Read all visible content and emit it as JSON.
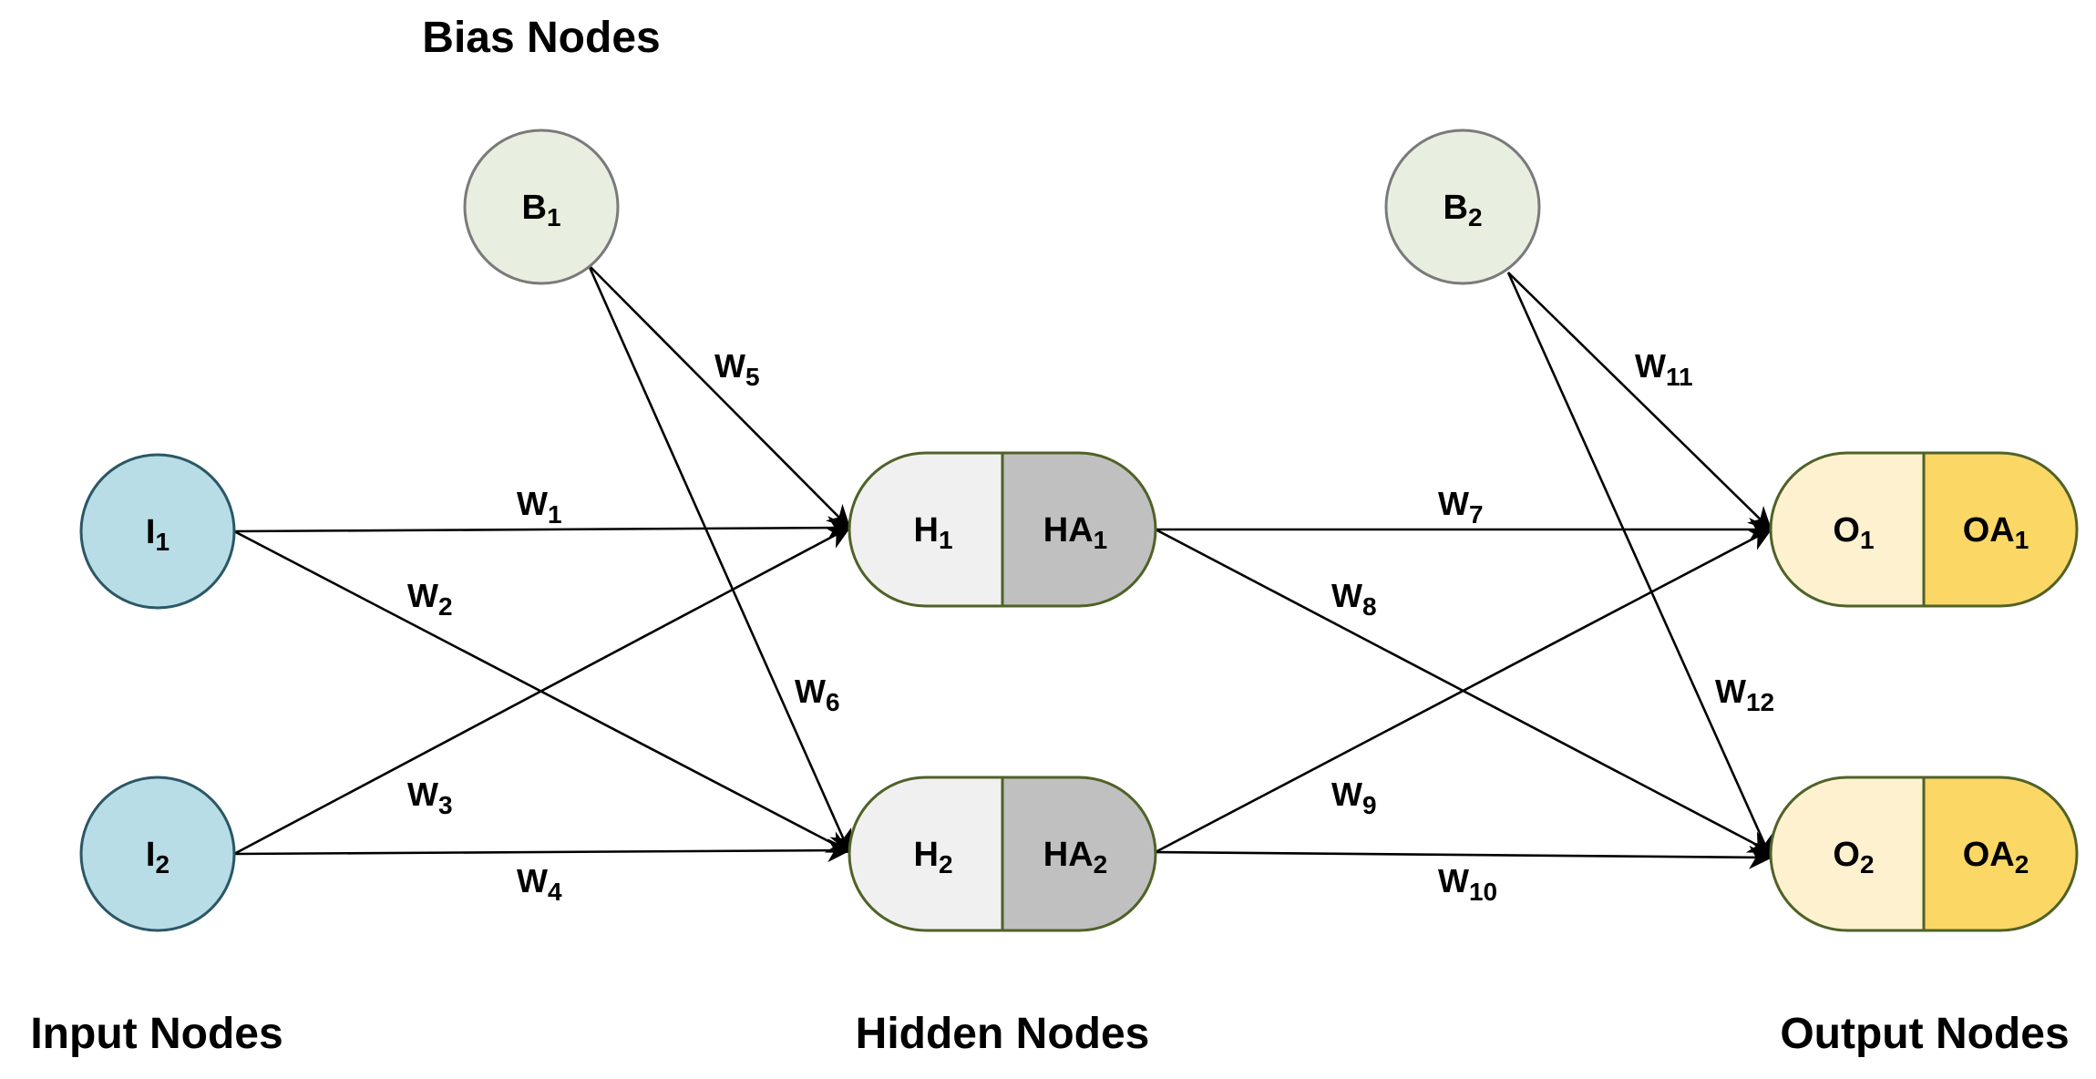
{
  "sections": {
    "bias": "Bias Nodes",
    "input": "Input Nodes",
    "hidden": "Hidden Nodes",
    "output": "Output Nodes"
  },
  "nodes": {
    "b1": {
      "base": "B",
      "sub": "1"
    },
    "b2": {
      "base": "B",
      "sub": "2"
    },
    "i1": {
      "base": "I",
      "sub": "1"
    },
    "i2": {
      "base": "I",
      "sub": "2"
    },
    "h1": {
      "base": "H",
      "sub": "1"
    },
    "ha1": {
      "base": "HA",
      "sub": "1"
    },
    "h2": {
      "base": "H",
      "sub": "2"
    },
    "ha2": {
      "base": "HA",
      "sub": "2"
    },
    "o1": {
      "base": "O",
      "sub": "1"
    },
    "oa1": {
      "base": "OA",
      "sub": "1"
    },
    "o2": {
      "base": "O",
      "sub": "2"
    },
    "oa2": {
      "base": "OA",
      "sub": "2"
    }
  },
  "weights": {
    "w1": {
      "base": "W",
      "sub": "1"
    },
    "w2": {
      "base": "W",
      "sub": "2"
    },
    "w3": {
      "base": "W",
      "sub": "3"
    },
    "w4": {
      "base": "W",
      "sub": "4"
    },
    "w5": {
      "base": "W",
      "sub": "5"
    },
    "w6": {
      "base": "W",
      "sub": "6"
    },
    "w7": {
      "base": "W",
      "sub": "7"
    },
    "w8": {
      "base": "W",
      "sub": "8"
    },
    "w9": {
      "base": "W",
      "sub": "9"
    },
    "w10": {
      "base": "W",
      "sub": "10"
    },
    "w11": {
      "base": "W",
      "sub": "11"
    },
    "w12": {
      "base": "W",
      "sub": "12"
    }
  },
  "colors": {
    "bias_fill": "#e8eee0",
    "bias_stroke": "#7a7a7a",
    "input_fill": "#b8dde6",
    "input_stroke": "#2b5766",
    "hidden_left_fill": "#f0f0f0",
    "hidden_right_fill": "#c0c0c0",
    "hidden_stroke": "#4f6228",
    "output_left_fill": "#fdf1cf",
    "output_right_fill": "#fbd766",
    "output_stroke": "#4f6228"
  }
}
